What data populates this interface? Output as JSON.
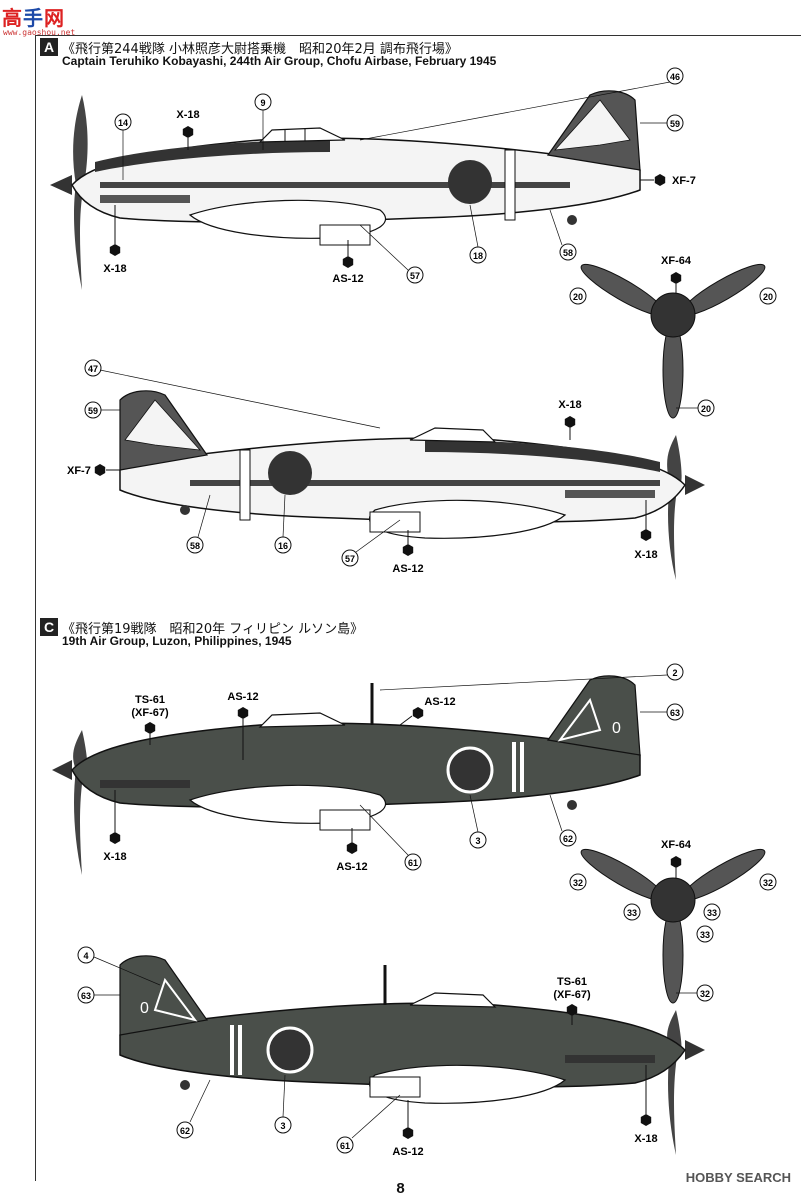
{
  "watermark": {
    "main_a": "高",
    "main_b": "手",
    "main_c": "网",
    "url": "www.gaoshou.net"
  },
  "sectionA": {
    "letter": "A",
    "title_jp": "《飛行第244戦隊 小林照彦大尉搭乗機　昭和20年2月 調布飛行場》",
    "title_en": "Captain Teruhiko Kobayashi, 244th Air Group, Chofu Airbase, February 1945"
  },
  "sectionC": {
    "letter": "C",
    "title_jp": "《飛行第19戦隊　昭和20年 フィリピン ルソン島》",
    "title_en": "19th Air Group, Luzon, Philippines, 1945"
  },
  "labels": {
    "x18": "X-18",
    "xf7": "XF-7",
    "xf64": "XF-64",
    "as12": "AS-12",
    "ts61": "TS-61",
    "xf67": "(XF-67)"
  },
  "callouts": {
    "n9": "9",
    "n14": "14",
    "n46": "46",
    "n59": "59",
    "n58": "58",
    "n57": "57",
    "n18": "18",
    "n20": "20",
    "n47": "47",
    "n16": "16",
    "n2": "2",
    "n63": "63",
    "n3": "3",
    "n61": "61",
    "n62": "62",
    "n32": "32",
    "n33": "33",
    "n4": "4"
  },
  "tail_codes": {
    "c_upper": "0",
    "c_lower": "0"
  },
  "footer": {
    "page_number": "8",
    "credit": "HOBBY SEARCH"
  },
  "colors": {
    "dark_green": "#4a4f4a",
    "roundel": "#333333",
    "outline": "#111111"
  }
}
